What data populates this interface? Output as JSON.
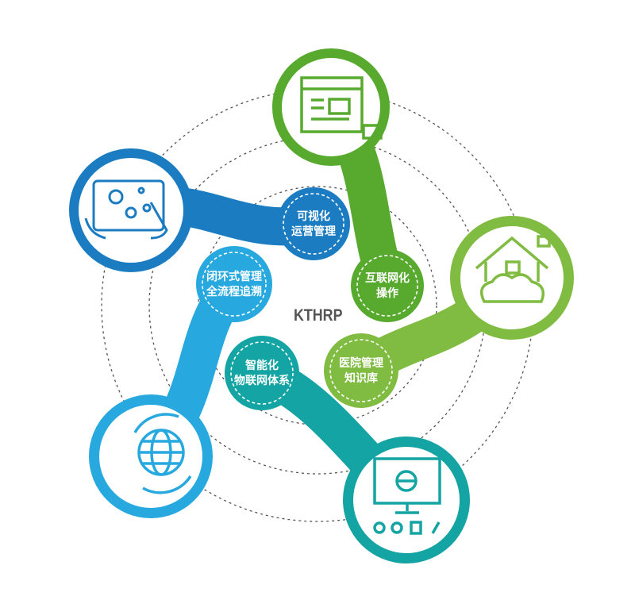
{
  "center_label": "KTHRP",
  "colors": {
    "green": "#58aa2f",
    "blue": "#1b7cc2",
    "light_green": "#80bb42",
    "light_blue": "#27a9e0",
    "teal": "#14a4a3"
  },
  "nodes": [
    {
      "line1": "可视化",
      "line2": "运营管理",
      "icon": "touch-tablet-icon"
    },
    {
      "line1": "互联网化",
      "line2": "操作",
      "icon": "web-browser-icon"
    },
    {
      "line1": "闭环式管理",
      "line2": "全流程追溯",
      "icon": "globe-cycle-icon"
    },
    {
      "line1": "智能化",
      "line2": "物联网体系",
      "icon": "monitor-network-icon"
    },
    {
      "line1": "医院管理",
      "line2": "知识库",
      "icon": "house-cloud-icon"
    }
  ]
}
